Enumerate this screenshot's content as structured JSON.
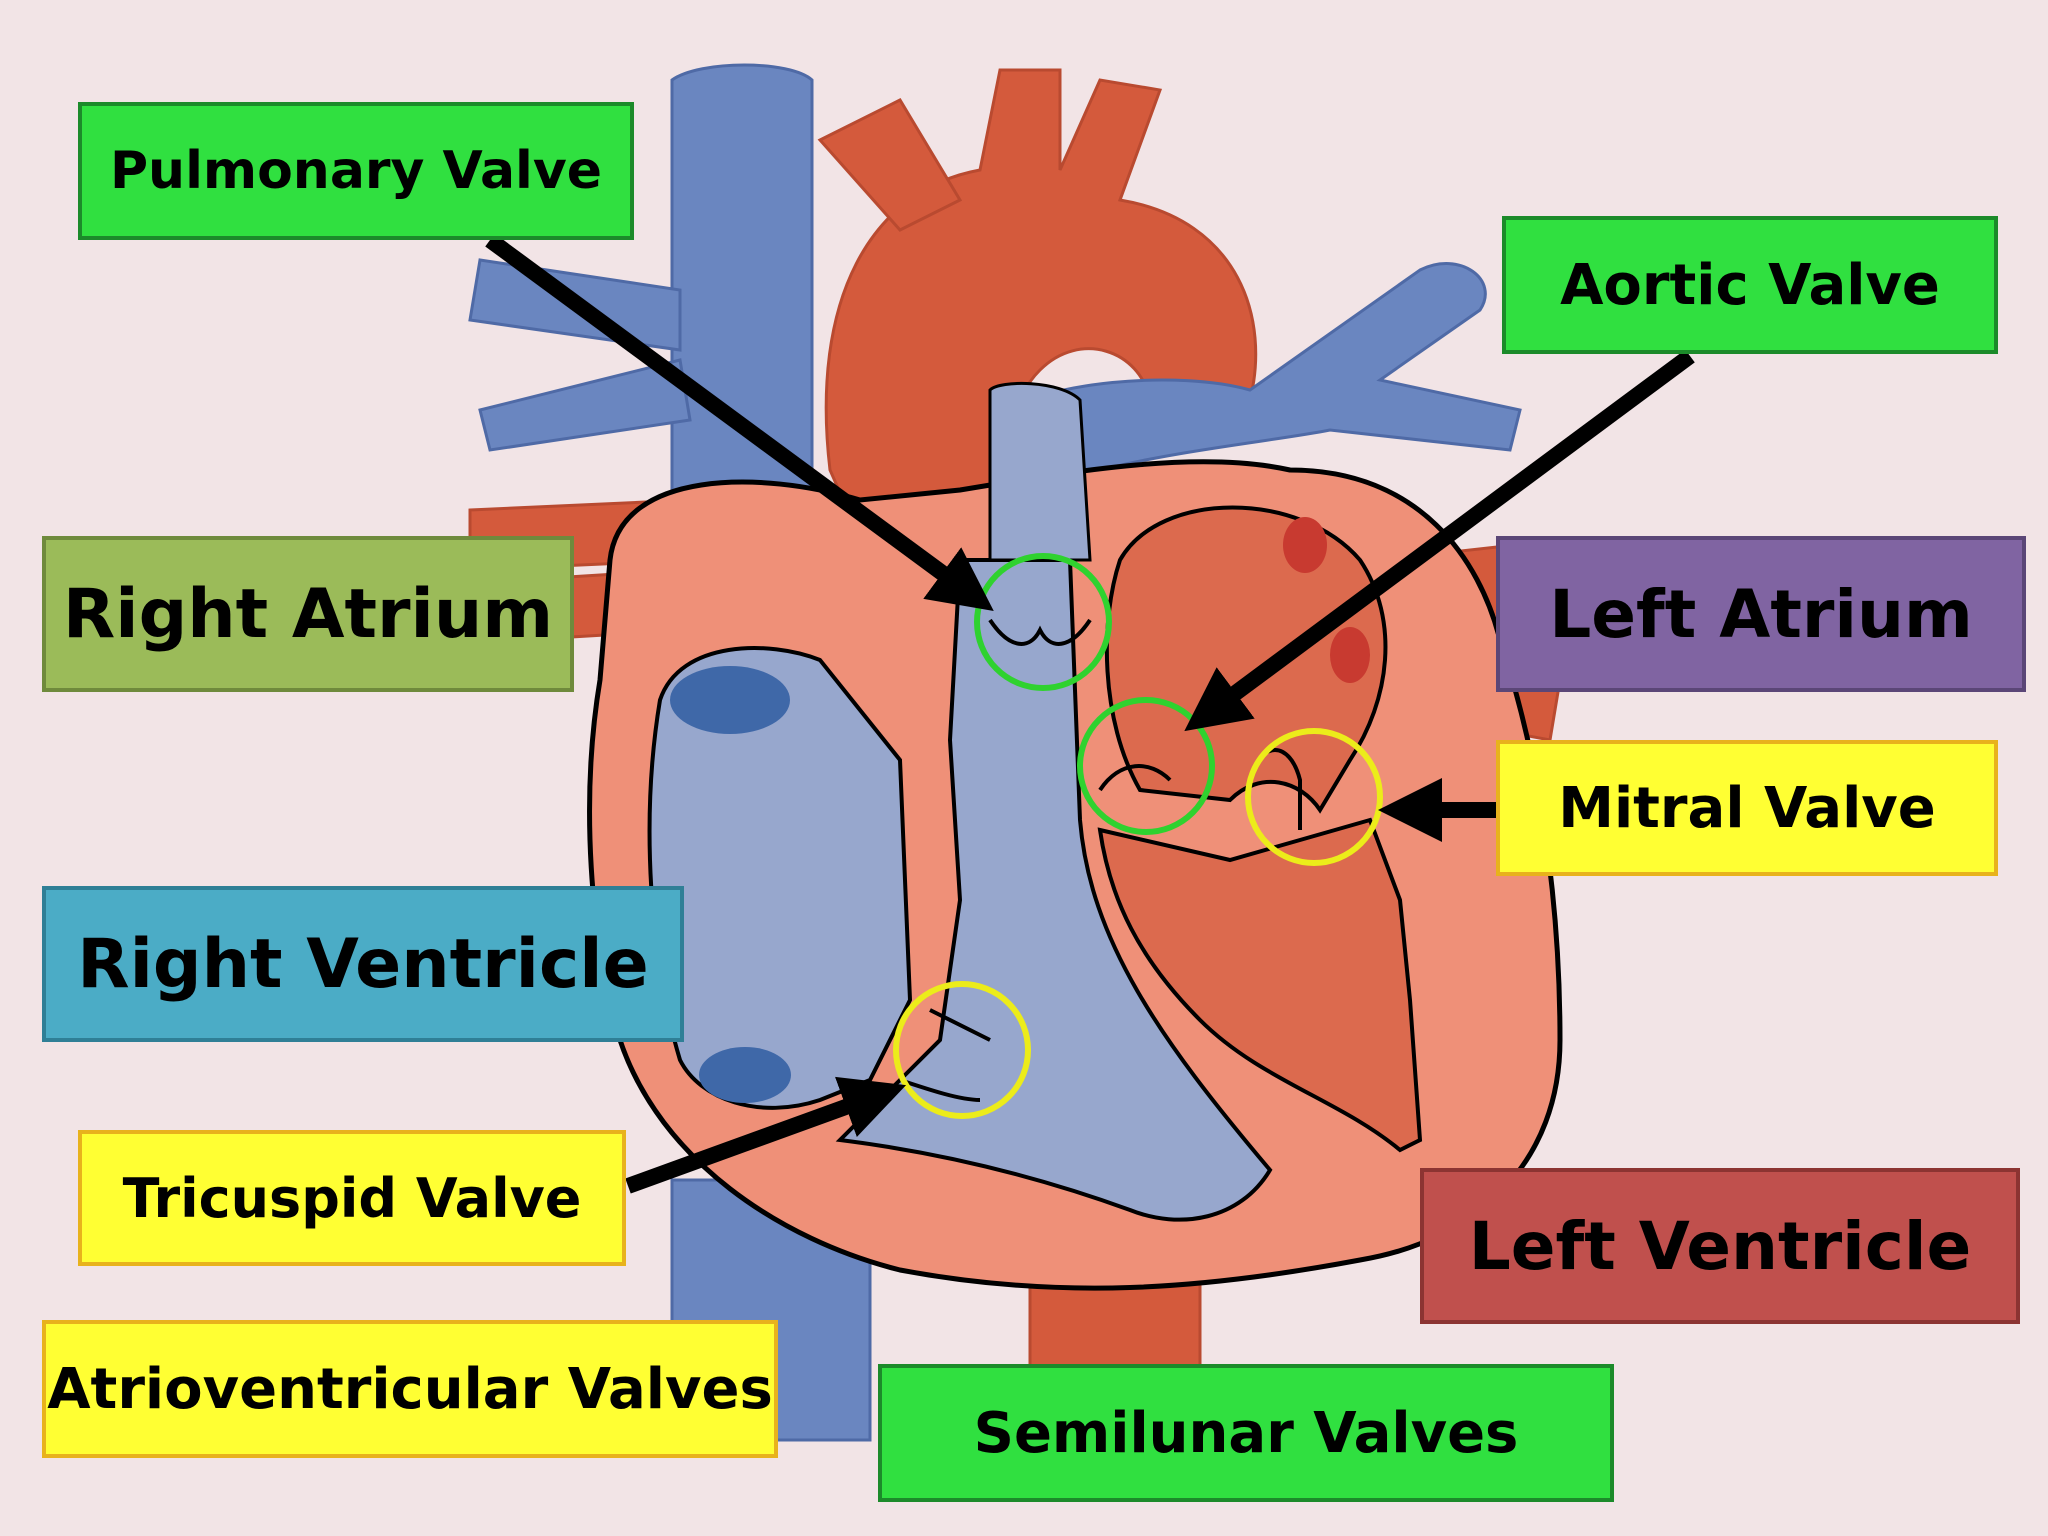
{
  "labels": {
    "pulmonary_valve": "Pulmonary Valve",
    "aortic_valve": "Aortic Valve",
    "right_atrium": "Right Atrium",
    "left_atrium": "Left Atrium",
    "mitral_valve": "Mitral Valve",
    "right_ventricle": "Right Ventricle",
    "tricuspid_valve": "Tricuspid Valve",
    "left_ventricle": "Left Ventricle",
    "atrioventricular_valves": "Atrioventricular Valves",
    "semilunar_valves": "Semilunar Valves"
  },
  "colors": {
    "background": "#f2e4e6",
    "deoxygenated_vessel": "#6a86c0",
    "oxygenated_vessel": "#d45a3c",
    "heart_wall": "#ef9078",
    "right_chamber": "#97a7cd",
    "semilunar_marker": "#2fd22f",
    "atrioventricular_marker": "#ecec1a"
  }
}
